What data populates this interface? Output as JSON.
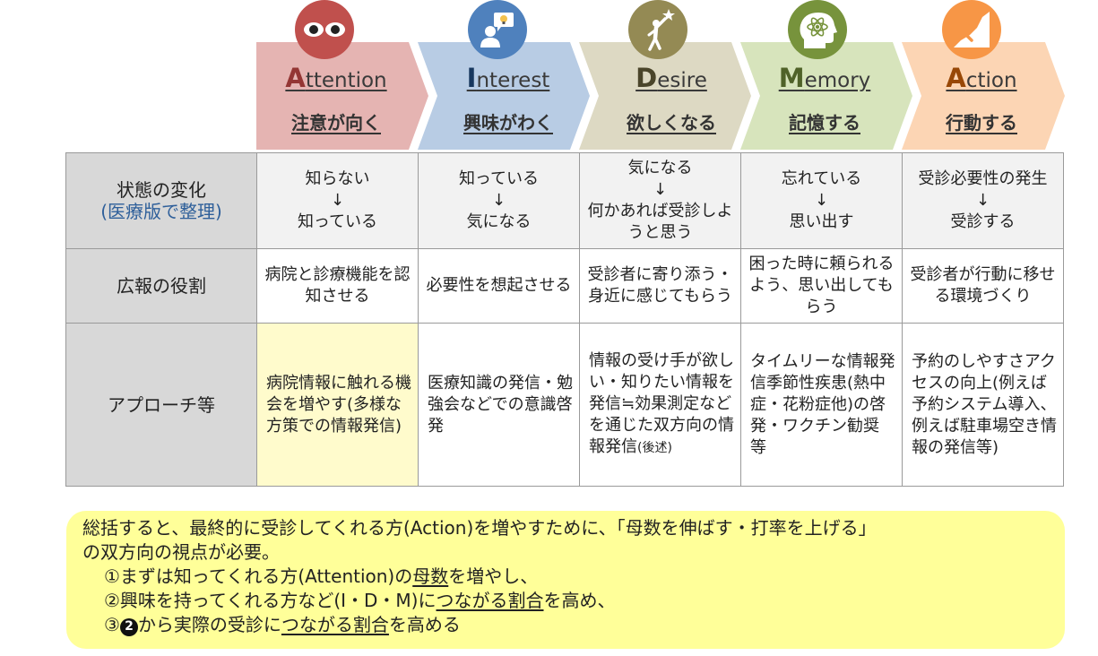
{
  "stages": [
    {
      "initial": "A",
      "rest": "ttention",
      "jp": "注意が向く",
      "icon": "eyes-icon",
      "chevron_color": "#e5b4b2",
      "circle_color": "#c0504d",
      "initial_color": "#943634"
    },
    {
      "initial": "I",
      "rest": "nterest",
      "jp": "興味がわく",
      "icon": "idea-person-icon",
      "chevron_color": "#b8cce4",
      "circle_color": "#4f81bd",
      "initial_color": "#17375e"
    },
    {
      "initial": "D",
      "rest": "esire",
      "jp": "欲しくなる",
      "icon": "reaching-star-icon",
      "chevron_color": "#ddd9c3",
      "circle_color": "#948a54",
      "initial_color": "#4a452a"
    },
    {
      "initial": "M",
      "rest": "emory",
      "jp": "記憶する",
      "icon": "brain-atom-icon",
      "chevron_color": "#d7e4bc",
      "circle_color": "#77933c",
      "initial_color": "#4f6228"
    },
    {
      "initial": "A",
      "rest": "ction",
      "jp": "行動する",
      "icon": "climber-icon",
      "chevron_color": "#fcd5b4",
      "circle_color": "#f79646",
      "initial_color": "#984807"
    }
  ],
  "table": {
    "rows": [
      {
        "header": "状態の変化",
        "header_sub": "(医療版で整理)",
        "cells": [
          {
            "top": "知らない",
            "arrow": "↓",
            "bottom": "知っている"
          },
          {
            "top": "知っている",
            "arrow": "↓",
            "bottom": "気になる"
          },
          {
            "top": "気になる",
            "arrow": "↓",
            "bottom": "何かあれば受診しようと思う"
          },
          {
            "top": "忘れている",
            "arrow": "↓",
            "bottom": "思い出す"
          },
          {
            "top": "受診必要性の発生",
            "arrow": "↓",
            "bottom": "受診する"
          }
        ]
      },
      {
        "header": "広報の役割",
        "cells": [
          "病院と診療機能を認知させる",
          "必要性を想起させる",
          "受診者に寄り添う・身近に感じてもらう",
          "困った時に頼られるよう、思い出してもらう",
          "受診者が行動に移せる環境づくり"
        ]
      },
      {
        "header": "アプローチ等",
        "cells": [
          "病院情報に触れる機会を増やす(多様な方策での情報発信)",
          "医療知識の発信・勉強会などでの意識啓発",
          {
            "main": "情報の受け手が欲しい・知りたい情報を発信≒効果測定などを通じた双方向の情報発信",
            "note": "(後述)"
          },
          "タイムリーな情報発信季節性疾患(熱中症・花粉症他)の啓発・ワクチン勧奨 等",
          "予約のしやすさアクセスの向上(例えば予約システム導入、例えば駐車場空き情報の発信等)"
        ]
      }
    ]
  },
  "summary": {
    "line1": "総括すると、最終的に受診してくれる方(Action)を増やすために、「母数を伸ばす・打率を上げる」",
    "line2": "の双方向の視点が必要。",
    "line3_a": "①まずは知ってくれる方(Attention)の",
    "line3_u": "母数",
    "line3_b": "を増やし、",
    "line4_a": "②興味を持ってくれる方など(I・D・M)に",
    "line4_u": "つながる割合",
    "line4_b": "を高め、",
    "line5_a": "③",
    "line5_num": "2",
    "line5_b": "から実際の受診に",
    "line5_u": "つながる割合",
    "line5_c": "を高める"
  }
}
